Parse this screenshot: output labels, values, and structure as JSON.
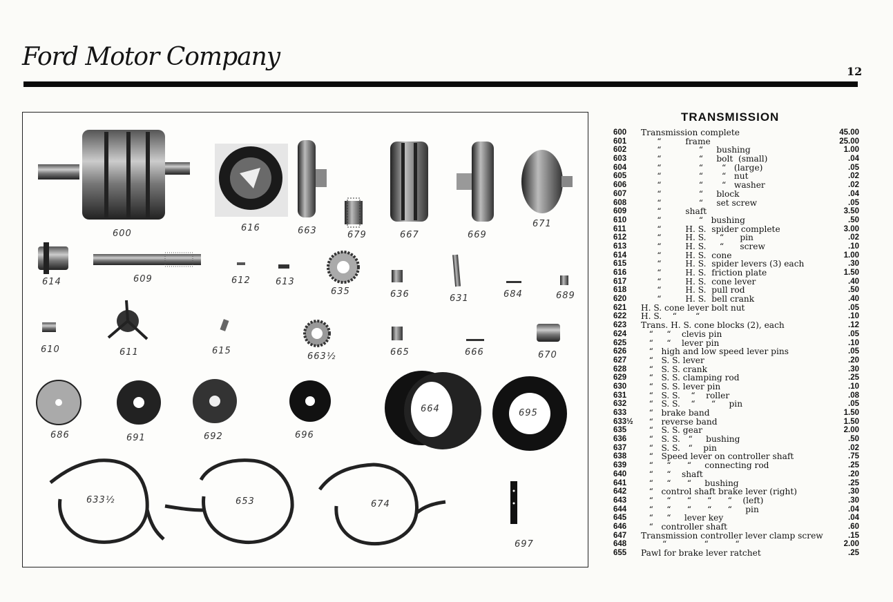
{
  "header": {
    "logo_text": "Ford Motor Company",
    "page_number": "12"
  },
  "plate": {
    "labels": [
      "600",
      "616",
      "663",
      "679",
      "667",
      "669",
      "671",
      "614",
      "609",
      "612",
      "613",
      "635",
      "636",
      "631",
      "684",
      "689",
      "610",
      "611",
      "615",
      "663½",
      "665",
      "666",
      "670",
      "686",
      "691",
      "692",
      "696",
      "664",
      "695",
      "633½",
      "653",
      "674",
      "697"
    ]
  },
  "section": {
    "title": "TRANSMISSION",
    "rows": [
      {
        "num": "600",
        "desc": "Transmission complete",
        "price": "45.00"
      },
      {
        "num": "601",
        "desc": "      “         frame",
        "price": "25.00"
      },
      {
        "num": "602",
        "desc": "      “              “     bushing",
        "price": "1.00"
      },
      {
        "num": "603",
        "desc": "      “              “     bolt  (small)",
        "price": ".04"
      },
      {
        "num": "604",
        "desc": "      “              “       “   (large)",
        "price": ".05"
      },
      {
        "num": "605",
        "desc": "      “              “       “   nut",
        "price": ".02"
      },
      {
        "num": "606",
        "desc": "      “              “       “   washer",
        "price": ".02"
      },
      {
        "num": "607",
        "desc": "      “              “     block",
        "price": ".04"
      },
      {
        "num": "608",
        "desc": "      “              “     set screw",
        "price": ".05"
      },
      {
        "num": "609",
        "desc": "      “         shaft",
        "price": "3.50"
      },
      {
        "num": "610",
        "desc": "      “              “   bushing",
        "price": ".50"
      },
      {
        "num": "611",
        "desc": "      “         H. S.  spider complete",
        "price": "3.00"
      },
      {
        "num": "612",
        "desc": "      “         H. S.     “      pin",
        "price": ".02"
      },
      {
        "num": "613",
        "desc": "      “         H. S.     “      screw",
        "price": ".10"
      },
      {
        "num": "614",
        "desc": "      “         H. S.  cone",
        "price": "1.00"
      },
      {
        "num": "615",
        "desc": "      “         H. S.  spider levers (3) each",
        "price": ".30"
      },
      {
        "num": "616",
        "desc": "      “         H. S.  friction plate",
        "price": "1.50"
      },
      {
        "num": "617",
        "desc": "      “         H. S.  cone lever",
        "price": ".40"
      },
      {
        "num": "618",
        "desc": "      “         H. S.  pull rod",
        "price": ".50"
      },
      {
        "num": "620",
        "desc": "      “         H. S.  bell crank",
        "price": ".40"
      },
      {
        "num": "621",
        "desc": "H. S. cone lever bolt nut",
        "price": ".05"
      },
      {
        "num": "622",
        "desc": "H. S.    “       “",
        "price": ".10"
      },
      {
        "num": "623",
        "desc": "Trans. H. S. cone blocks (2), each",
        "price": ".12"
      },
      {
        "num": "624",
        "desc": "   “     “    clevis pin",
        "price": ".05"
      },
      {
        "num": "625",
        "desc": "   “     “    lever pin",
        "price": ".10"
      },
      {
        "num": "626",
        "desc": "   “   high and low speed lever pins",
        "price": ".05"
      },
      {
        "num": "627",
        "desc": "   “   S. S. lever",
        "price": ".20"
      },
      {
        "num": "628",
        "desc": "   “   S. S. crank",
        "price": ".30"
      },
      {
        "num": "629",
        "desc": "   “   S. S. clamping rod",
        "price": ".25"
      },
      {
        "num": "630",
        "desc": "   “   S. S. lever pin",
        "price": ".10"
      },
      {
        "num": "631",
        "desc": "   “   S. S.    “    roller",
        "price": ".08"
      },
      {
        "num": "632",
        "desc": "   “   S. S.    “      “     pin",
        "price": ".05"
      },
      {
        "num": "633",
        "desc": "   “   brake band",
        "price": "1.50"
      },
      {
        "num": "633½",
        "desc": "   “   reverse band",
        "price": "1.50"
      },
      {
        "num": "635",
        "desc": "   “   S. S. gear",
        "price": "2.00"
      },
      {
        "num": "636",
        "desc": "   “   S. S.   “     bushing",
        "price": ".50"
      },
      {
        "num": "637",
        "desc": "   “   S. S.   “    pin",
        "price": ".02"
      },
      {
        "num": "638",
        "desc": "   “   Speed lever on controller shaft",
        "price": ".75"
      },
      {
        "num": "639",
        "desc": "   “     “      “     connecting rod",
        "price": ".25"
      },
      {
        "num": "640",
        "desc": "   “     “    shaft",
        "price": ".20"
      },
      {
        "num": "641",
        "desc": "   “     “      “     bushing",
        "price": ".25"
      },
      {
        "num": "642",
        "desc": "   “   control shaft brake lever (right)",
        "price": ".30"
      },
      {
        "num": "643",
        "desc": "   “     “      “      “      “    (left)",
        "price": ".30"
      },
      {
        "num": "644",
        "desc": "   “     “      “      “      “     pin",
        "price": ".04"
      },
      {
        "num": "645",
        "desc": "   “     “     lever key",
        "price": ".04"
      },
      {
        "num": "646",
        "desc": "   “   controller shaft",
        "price": ".60"
      },
      {
        "num": "647",
        "desc": "Transmission controller lever clamp screw",
        "price": ".15"
      },
      {
        "num": "648",
        "desc": "        “              “          “",
        "price": "2.00"
      },
      {
        "num": "655",
        "desc": "Pawl for brake lever ratchet",
        "price": ".25"
      }
    ]
  }
}
